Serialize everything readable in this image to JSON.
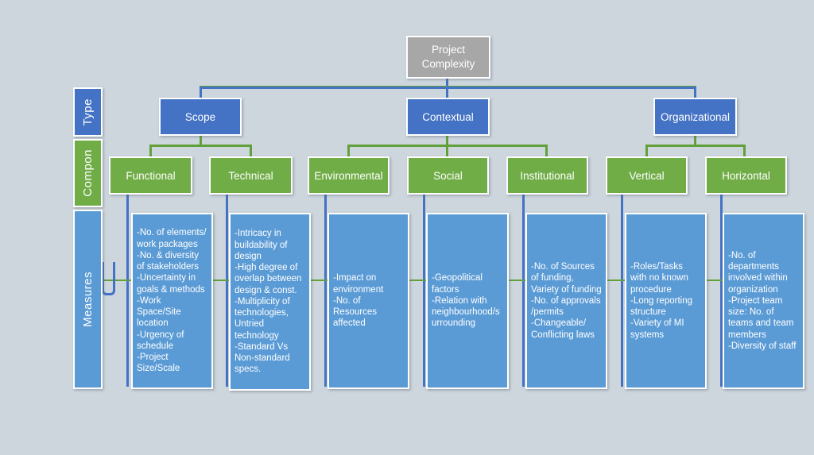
{
  "diagram_title": "Project Complexity",
  "root": {
    "label": "Project Complexity"
  },
  "side_labels": [
    {
      "label": "Type"
    },
    {
      "label": "Compon"
    },
    {
      "label": "Measures"
    }
  ],
  "types": [
    {
      "label": "Scope"
    },
    {
      "label": "Contextual"
    },
    {
      "label": "Organizational"
    }
  ],
  "components": [
    {
      "label": "Functional",
      "parent": "Scope"
    },
    {
      "label": "Technical",
      "parent": "Scope"
    },
    {
      "label": "Environmental",
      "parent": "Contextual"
    },
    {
      "label": "Social",
      "parent": "Contextual"
    },
    {
      "label": "Institutional",
      "parent": "Contextual"
    },
    {
      "label": "Vertical",
      "parent": "Organizational"
    },
    {
      "label": "Horizontal",
      "parent": "Organizational"
    }
  ],
  "measures": [
    {
      "component": "Functional",
      "text": "-No. of elements/ work packages\n-No. & diversity of stakeholders\n-Uncertainty in goals & methods\n-Work Space/Site location\n-Urgency of schedule\n-Project Size/Scale"
    },
    {
      "component": "Technical",
      "text": "-Intricacy in buildability of design\n-High degree of overlap between design & const.\n-Multiplicity of technologies, Untried technology\n-Standard Vs Non-standard specs."
    },
    {
      "component": "Environmental",
      "text": "-Impact on environment\n-No. of Resources affected"
    },
    {
      "component": "Social",
      "text": "-Geopolitical factors\n-Relation with neighbourhood/surrounding"
    },
    {
      "component": "Institutional",
      "text": "-No. of Sources of funding, Variety of funding\n-No. of approvals /permits\n-Changeable/ Conflicting laws"
    },
    {
      "component": "Vertical",
      "text": "-Roles/Tasks with no known procedure\n-Long reporting structure\n-Variety of MI systems"
    },
    {
      "component": "Horizontal",
      "text": "-No. of departments involved within organization\n-Project team size: No. of teams and team members\n-Diversity of staff"
    }
  ],
  "colors": {
    "bg": "#cdd6dd",
    "blue": "#4472c4",
    "green": "#70ad47",
    "lblue": "#5b9bd5",
    "gray": "#a7a7a7",
    "cblue": "#4472c4",
    "cgreen": "#62a03c"
  }
}
